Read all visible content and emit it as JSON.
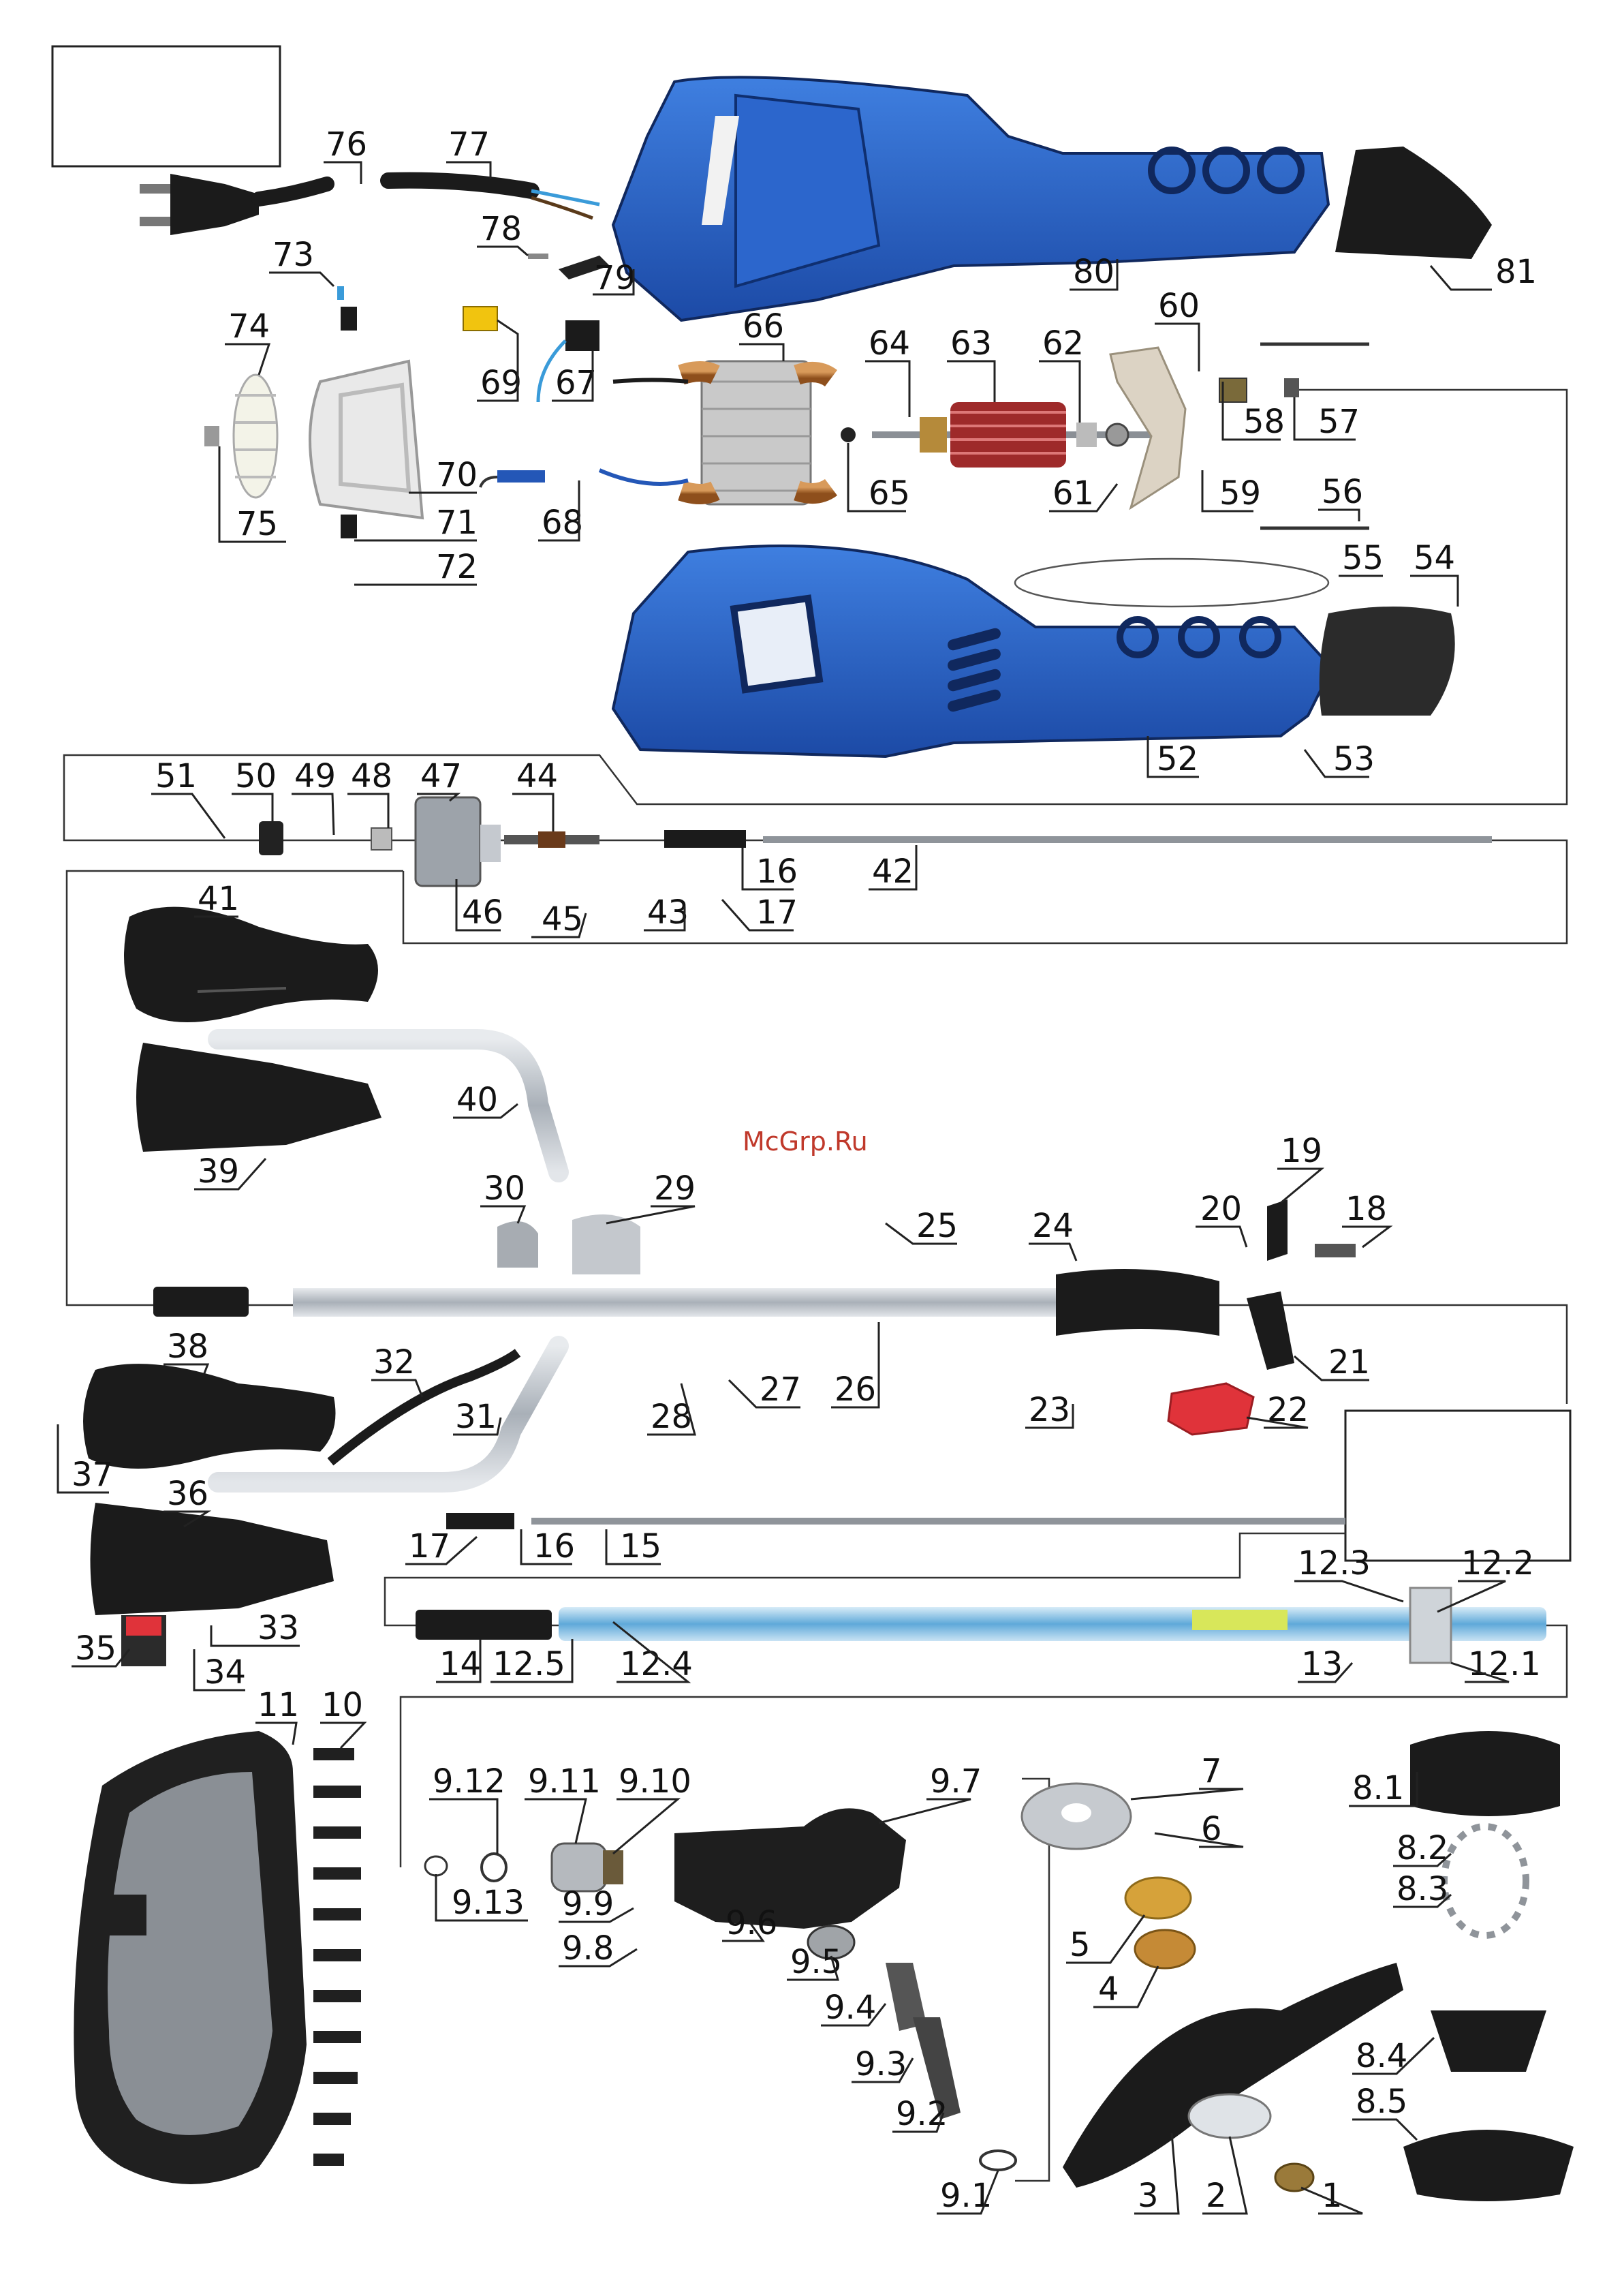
{
  "watermark": "McGrp.Ru",
  "colors": {
    "housing_blue": "#2a5db8",
    "housing_dark": "#10285e",
    "black_part": "#1b1b1b",
    "metal": "#b8bcc2",
    "copper": "#b5702d",
    "red_knob": "#e0333a",
    "line": "#222222"
  },
  "labels": {
    "p1": "1",
    "p2": "2",
    "p3": "3",
    "p4": "4",
    "p5": "5",
    "p6": "6",
    "p7": "7",
    "p8_1": "8.1",
    "p8_2": "8.2",
    "p8_3": "8.3",
    "p8_4": "8.4",
    "p8_5": "8.5",
    "p9_1": "9.1",
    "p9_2": "9.2",
    "p9_3": "9.3",
    "p9_4": "9.4",
    "p9_5": "9.5",
    "p9_6": "9.6",
    "p9_7": "9.7",
    "p9_8": "9.8",
    "p9_9": "9.9",
    "p9_10": "9.10",
    "p9_11": "9.11",
    "p9_12": "9.12",
    "p9_13": "9.13",
    "p10": "10",
    "p11": "11",
    "p12_1": "12.1",
    "p12_2": "12.2",
    "p12_3": "12.3",
    "p12_4": "12.4",
    "p12_5": "12.5",
    "p13": "13",
    "p14": "14",
    "p15": "15",
    "p16a": "16",
    "p16b": "16",
    "p17a": "17",
    "p17b": "17",
    "p18": "18",
    "p19": "19",
    "p20": "20",
    "p21": "21",
    "p22": "22",
    "p23": "23",
    "p24": "24",
    "p25": "25",
    "p26": "26",
    "p27": "27",
    "p28": "28",
    "p29": "29",
    "p30": "30",
    "p31": "31",
    "p32": "32",
    "p33": "33",
    "p34": "34",
    "p35": "35",
    "p36": "36",
    "p37": "37",
    "p38": "38",
    "p39": "39",
    "p40": "40",
    "p41": "41",
    "p42": "42",
    "p43": "43",
    "p44": "44",
    "p45": "45",
    "p46": "46",
    "p47": "47",
    "p48": "48",
    "p49": "49",
    "p50": "50",
    "p51": "51",
    "p52": "52",
    "p53": "53",
    "p54": "54",
    "p55": "55",
    "p56": "56",
    "p57": "57",
    "p58": "58",
    "p59": "59",
    "p60": "60",
    "p61": "61",
    "p62": "62",
    "p63": "63",
    "p64": "64",
    "p65": "65",
    "p66": "66",
    "p67": "67",
    "p68": "68",
    "p69": "69",
    "p70": "70",
    "p71": "71",
    "p72": "72",
    "p73": "73",
    "p74": "74",
    "p75": "75",
    "p76": "76",
    "p77": "77",
    "p78": "78",
    "p79": "79",
    "p80": "80",
    "p81": "81"
  }
}
